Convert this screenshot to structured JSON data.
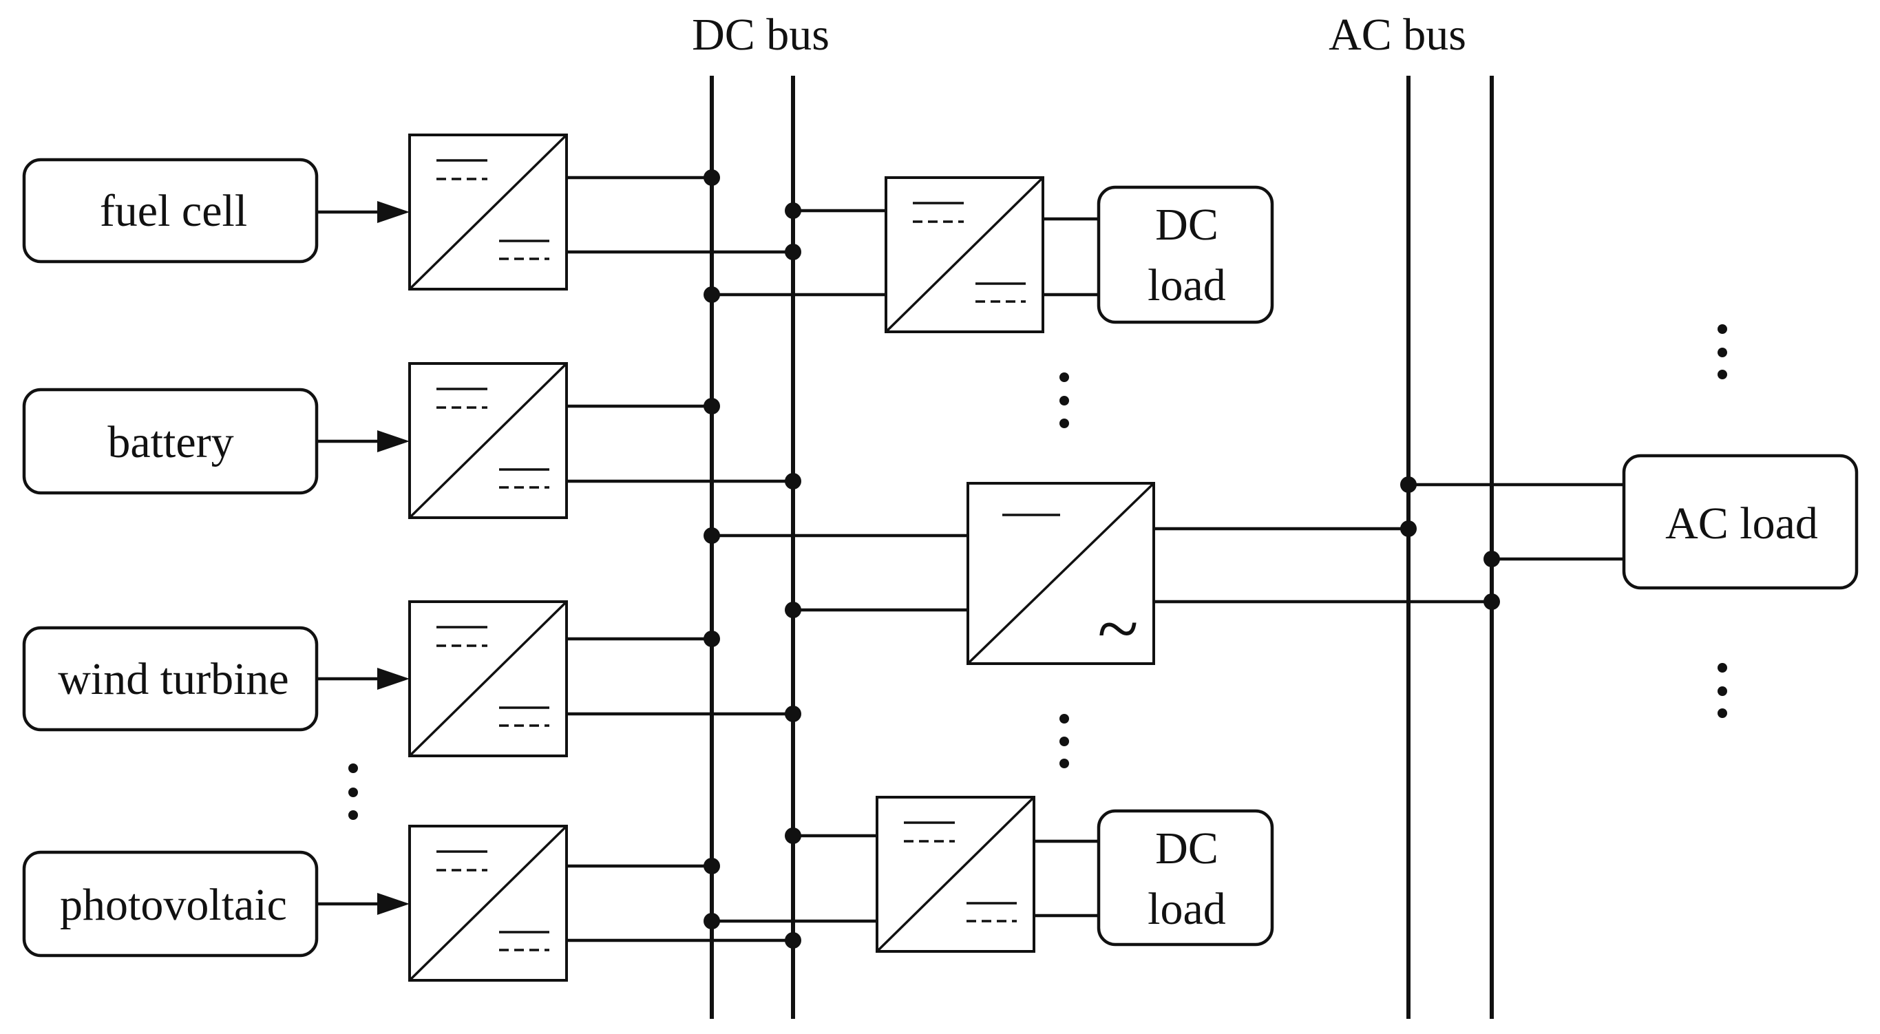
{
  "buses": {
    "dc_label": "DC bus",
    "ac_label": "AC bus"
  },
  "sources": [
    {
      "id": "fuel-cell",
      "label": "fuel cell"
    },
    {
      "id": "battery",
      "label": "battery"
    },
    {
      "id": "wind-turbine",
      "label": "wind turbine"
    },
    {
      "id": "photovoltaic",
      "label": "photovoltaic"
    }
  ],
  "dc_loads": [
    {
      "line1": "DC",
      "line2": "load"
    },
    {
      "line1": "DC",
      "line2": "load"
    }
  ],
  "ac_load": {
    "label": "AC load"
  },
  "inverter": {
    "ac_symbol": "~"
  },
  "colors": {
    "line": "#111111",
    "background": "#ffffff"
  }
}
